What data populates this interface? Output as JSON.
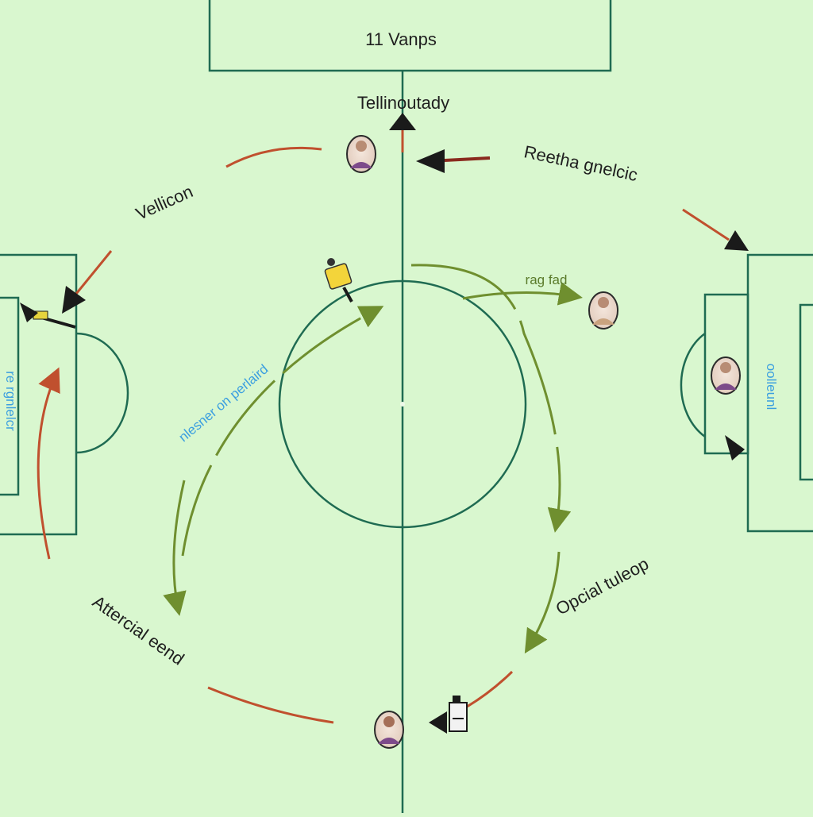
{
  "diagram": {
    "top_box_title": "11 Vanps",
    "labels": {
      "top_center": "Tellinoutady",
      "top_right": "Reetha gnelcic",
      "upper_left": "Vellicon",
      "small_mid_right": "rag fad",
      "blue_curve": "nlesner on perlaird",
      "lower_right": "Opcial tuleop",
      "lower_left": "Attercial eend",
      "left_goal_vertical": "re rgnlelcr",
      "right_goal_vertical": "oolleunl"
    },
    "colors": {
      "pitch": "#d9f7cf",
      "lines": "#1f6b52",
      "red_arrow": "#c0502e",
      "green_arrow": "#6f8f2f",
      "blue_text": "#3b9fe0"
    },
    "icons": [
      "player-icon",
      "referee-icon",
      "whistle-icon",
      "flag-icon"
    ]
  }
}
